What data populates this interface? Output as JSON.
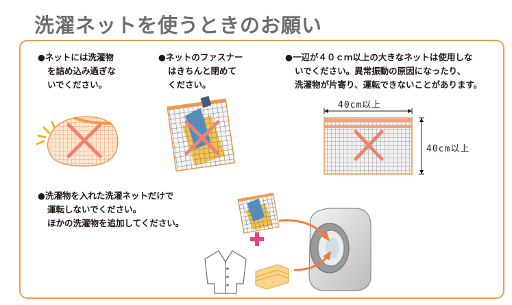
{
  "title": "洗濯ネットを使うときのお願い",
  "notes": [
    {
      "lines": [
        "●ネットには洗濯物",
        "を詰め込み過ぎな",
        "いでください。"
      ]
    },
    {
      "lines": [
        "●ネットのファスナー",
        "はきちんと閉めて",
        "ください。"
      ]
    },
    {
      "lines": [
        "●一辺が４０ｃｍ以上の大きなネットは使用しな",
        "いでください。異常振動の原因になったり、",
        "洗濯物が片寄り、運転できないことがあります。"
      ]
    },
    {
      "lines": [
        "●洗濯物を入れた洗濯ネットだけで",
        "運転しないでください。",
        "ほかの洗濯物を追加してください。"
      ]
    }
  ],
  "dimensions": {
    "width_label": "40cm以上",
    "height_label": "40cm以上"
  },
  "colors": {
    "border": "#f19a4a",
    "cross": "#f0826d",
    "title": "#6d6d6d",
    "arrow": "#ee7d3c",
    "plus": "#e6467e"
  }
}
